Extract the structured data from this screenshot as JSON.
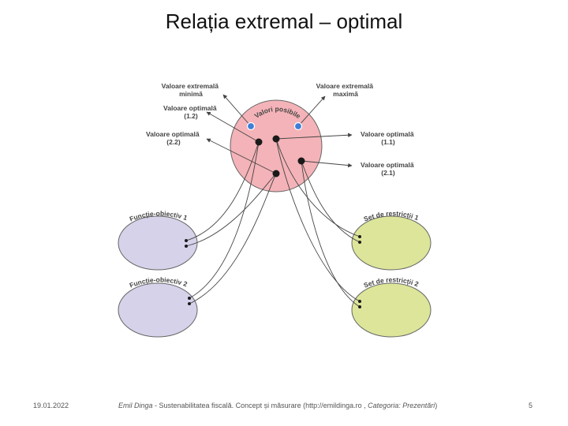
{
  "slide": {
    "title": "Relația extremal – optimal"
  },
  "diagram": {
    "center_label": "Valori posibile",
    "labels": {
      "extreme_min": [
        "Valoare extremală",
        "minimă"
      ],
      "extreme_max": [
        "Valoare extremală",
        "maximă"
      ],
      "optimal_12": [
        "Valoare optimală",
        "(1.2)"
      ],
      "optimal_22": [
        "Valoare optimală",
        "(2.2)"
      ],
      "optimal_11": [
        "Valoare optimală",
        "(1.1)"
      ],
      "optimal_21": [
        "Valoare optimală",
        "(2.1)"
      ]
    },
    "objective_1": "Funcție-obiectiv 1",
    "objective_2": "Funcție-obiectiv 2",
    "constraints_1": "Set de restricții 1",
    "constraints_2": "Set de restricții 2",
    "colors": {
      "center_fill": "#f4b3b8",
      "objective_fill": "#d6d2ea",
      "constraints_fill": "#dde59a",
      "extreme_dot": "#3d7fd8",
      "line": "#444444"
    }
  },
  "footer": {
    "date": "19.01.2022",
    "author": "Emil Dinga",
    "text_before_link": " - Sustenabilitatea fiscală. Concept și măsurare (",
    "link": "http://emildinga.ro",
    "text_sep": " , ",
    "category": "Categoria: Prezentări",
    "text_end": ")",
    "page": "5"
  }
}
